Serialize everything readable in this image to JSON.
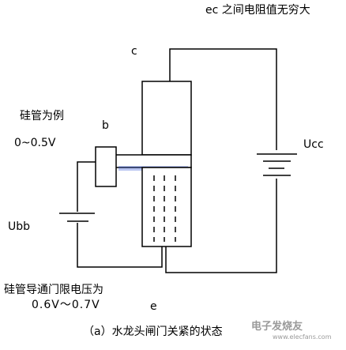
{
  "labels": {
    "ec_infinite": "ec 之间电阻值无穷大",
    "c": "c",
    "b": "b",
    "e": "e",
    "silicon_example": "硅管为例",
    "range": "0~0.5V",
    "ucc": "Ucc",
    "ubb": "Ubb",
    "threshold_line1": "硅管导通门限电压为",
    "threshold_line2": "0.6V～0.7V",
    "caption": "（a）水龙头闸门关紧的状态"
  },
  "watermark": {
    "text": "电子发烧友",
    "sub": "www.elecfans.com"
  },
  "colors": {
    "line": "#000000",
    "accent": "#3a5bd8",
    "background": "#ffffff"
  }
}
